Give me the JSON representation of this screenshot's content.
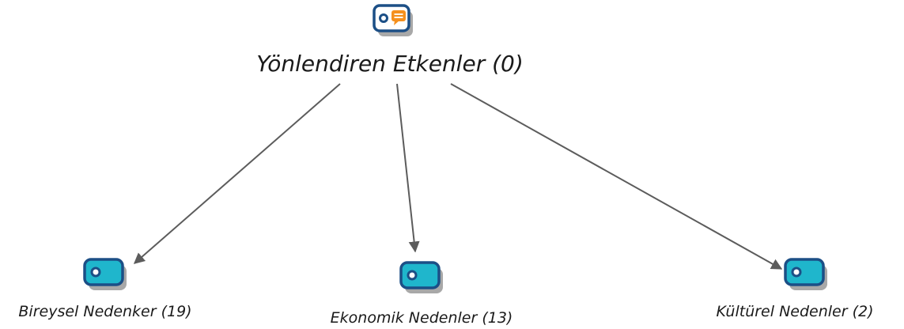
{
  "diagram": {
    "root": {
      "label": "Yönlendiren Etkenler (0)",
      "icon": "code-memo-icon"
    },
    "children": [
      {
        "label": "Bireysel Nedenker (19)",
        "icon": "code-icon"
      },
      {
        "label": "Ekonomik Nedenler (13)",
        "icon": "code-icon"
      },
      {
        "label": "Kültürel Nedenler (2)",
        "icon": "code-icon"
      }
    ]
  },
  "colors": {
    "code_fill": "#1fb6cc",
    "code_stroke": "#1c4f86",
    "memo_fill": "#f5901e",
    "shadow": "#a8a8a8",
    "edge": "#5c5c5c"
  }
}
